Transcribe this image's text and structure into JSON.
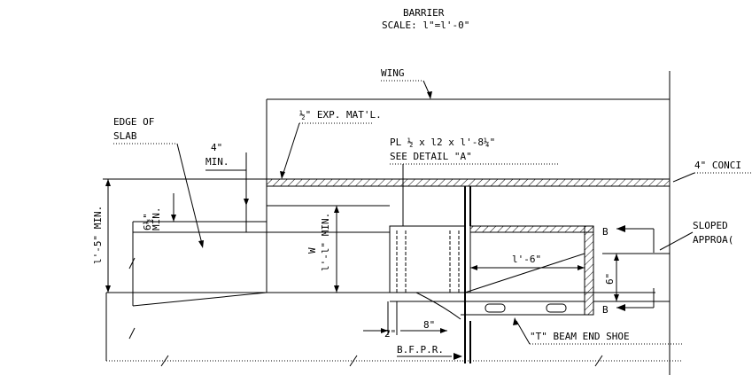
{
  "title": "BARRIER",
  "scale": "SCALE: l\"=l'-0\"",
  "labels": {
    "wing": "WING",
    "edge_of_slab_1": "EDGE OF",
    "edge_of_slab_2": "SLAB",
    "exp_mat": "½\" EXP. MAT'L.",
    "plate_1": "PL ½  x l2 x l'-8¼\"",
    "plate_2": "SEE DETAIL \"A\"",
    "conc": "4\" CONCI",
    "sloped_1": "SLOPED",
    "sloped_2": "APPROA(",
    "b_upper": "B",
    "b_lower": "B",
    "t_beam": "\"T\" BEAM END SHOE",
    "bfpr": "B.F.P.R."
  },
  "dimensions": {
    "four_in": "4\"",
    "min": "MIN.",
    "six_half": "6½\"",
    "six_half_min": "MIN.",
    "one_five_min": "l'-5\" MIN.",
    "w": "W",
    "one_one_min": "l'-l\" MIN.",
    "one_six": "l'-6\"",
    "six": "6\"",
    "two": "2\"",
    "eight": "8\""
  }
}
